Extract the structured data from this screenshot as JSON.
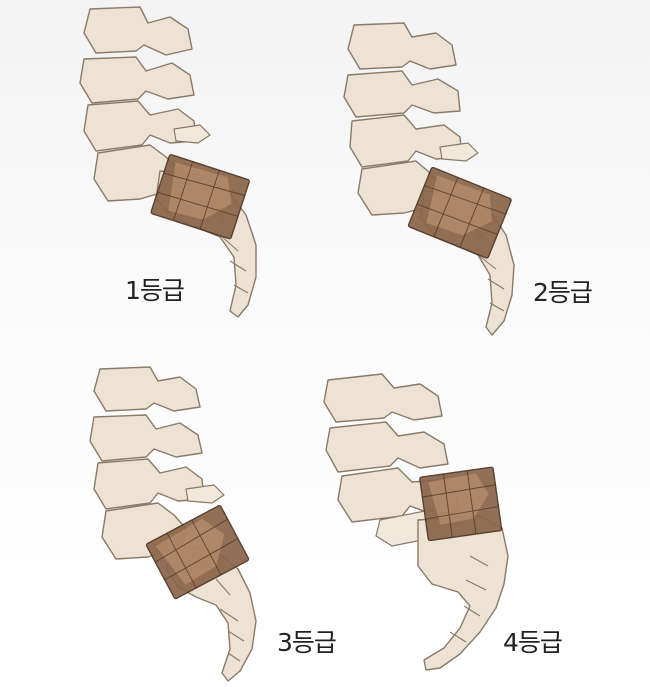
{
  "panels": [
    {
      "id": "grade-1",
      "label": "1등급"
    },
    {
      "id": "grade-2",
      "label": "2등급"
    },
    {
      "id": "grade-3",
      "label": "3등급"
    },
    {
      "id": "grade-4",
      "label": "4등급"
    }
  ],
  "colors": {
    "bone_fill": "#ede2d3",
    "bone_outline": "#8a7a68",
    "slip_box": "#8a6549",
    "label_text": "#222222"
  }
}
